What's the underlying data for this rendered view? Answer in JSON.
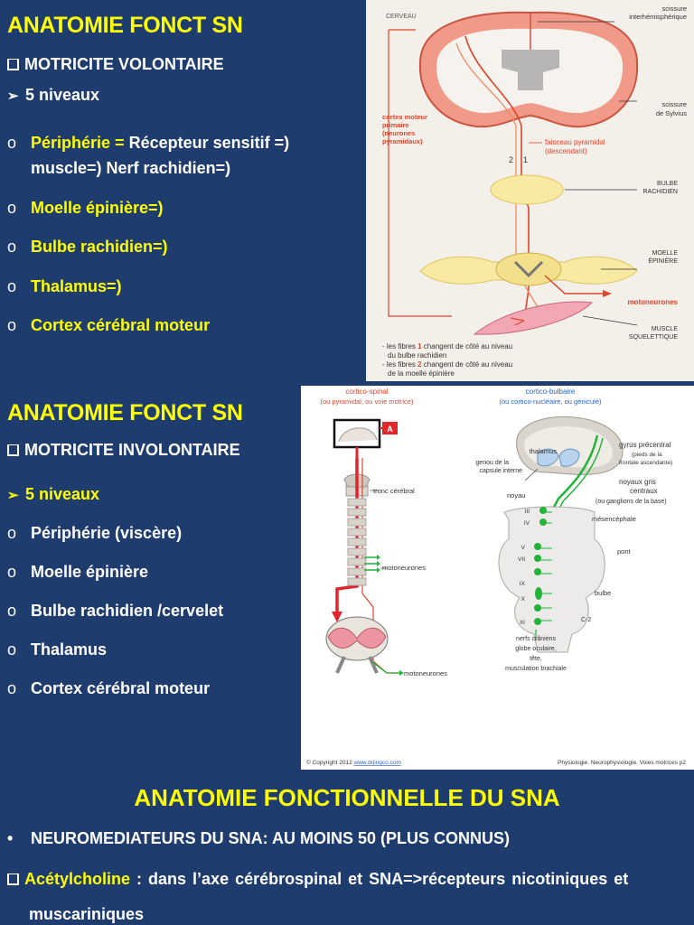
{
  "section1": {
    "title": "ANATOMIE FONCT  SN",
    "subtitle": "MOTRICITE VOLONTAIRE",
    "levels": "5 niveaux",
    "items": [
      {
        "label": "Périphérie =",
        "rest": " Récepteur sensitif =)",
        "rest2": "muscle=) Nerf rachidien=)"
      },
      {
        "label": "Moelle épinière=)"
      },
      {
        "label": "Bulbe rachidien=)"
      },
      {
        "label": "Thalamus=)"
      },
      {
        "label": "Cortex cérébral moteur"
      }
    ],
    "figure": {
      "labels": {
        "cerveau": "CERVEAU",
        "scissure_inter_1": "scissure",
        "scissure_inter_2": "interhémisphérique",
        "sylvius_1": "scissure",
        "sylvius_2": "de Sylvius",
        "cortex_1": "cortex moteur",
        "cortex_2": "primaire",
        "cortex_3": "(neurones",
        "cortex_4": "pyramidaux)",
        "faisceau_1": "faisceau pyramidal",
        "faisceau_2": "(descendant)",
        "num2": "2",
        "num1": "1",
        "bulbe_1": "BULBE",
        "bulbe_2": "RACHIDIEN",
        "moelle_1": "MOELLE",
        "moelle_2": "ÉPINIÈRE",
        "motoneurones": "motoneurones",
        "muscle_1": "MUSCLE",
        "muscle_2": "SQUELETTIQUE",
        "note_1": "- les fibres ",
        "note_1_num": "1",
        "note_1_rest": " changent de côté au niveau",
        "note_2": "du bulbe rachidien",
        "note_3": "- les fibres ",
        "note_3_num": "2",
        "note_3_rest": " changent de côté au niveau",
        "note_4": "de la moelle épinière"
      }
    }
  },
  "section2": {
    "title": "ANATOMIE FONCT  SN",
    "subtitle": "MOTRICITE INVOLONTAIRE",
    "levels": "5 niveaux",
    "items": [
      "Périphérie (viscère)",
      "Moelle épinière",
      "Bulbe rachidien /cervelet",
      "Thalamus",
      "Cortex cérébral moteur"
    ],
    "figure": {
      "labels": {
        "cortico_spinal": "cortico-spinal",
        "cortico_spinal_sub": "(ou pyramidal, ou voie motrice)",
        "cortico_bulbaire": "cortico-bulbaire",
        "cortico_bulbaire_sub": "(ou cortico-nucléaire, ou géniculé)",
        "box_a": "A",
        "tronc": "tronc cérébral",
        "motoneurones_1": "motoneurones",
        "motoneurones_2": "motoneurones",
        "thalamus": "thalamus",
        "genou_1": "genou de la",
        "genou_2": "capsule interne",
        "noyau": "noyau",
        "gyrus_1": "gyrus précentral",
        "gyrus_2": "(pieds de la",
        "gyrus_3": "frontale ascendante)",
        "noyaux_1": "noyaux gris",
        "noyaux_2": "centraux",
        "noyaux_3": "(ou ganglions de la base)",
        "mesencephale": "mésencéphale",
        "pont": "pont",
        "bulbe": "bulbe",
        "c2": "C-2",
        "roman": [
          "III",
          "IV",
          "V",
          "VII",
          "IX",
          "X",
          "XI"
        ],
        "nerfs_1": "nerfs crâniens",
        "nerfs_2": "globe oculaire,",
        "nerfs_3": "tête,",
        "nerfs_4": "musculation brachiale",
        "copyright": "© Copyright 2012",
        "copyright_link": "www.drjingco.com",
        "footer_right": "Physiologie. Neurophysiologie. Voies motrices  p2"
      }
    }
  },
  "section3": {
    "title": "ANATOMIE FONCTIONNELLE DU SNA",
    "bullet1": "NEUROMEDIATEURS DU SNA: AU MOINS 50 (PLUS CONNUS)",
    "bullet2_label": "Acétylcholine",
    "bullet2_rest": " : dans l’axe cérébrospinal et SNA=>récepteurs nicotiniques et",
    "bullet2_rest2": "muscariniques"
  },
  "colors": {
    "background": "#1f3c6e",
    "title_yellow": "#ffff00",
    "text_white": "#ffffff",
    "figure_red": "#e0452c",
    "figure_green": "#22b33a"
  }
}
